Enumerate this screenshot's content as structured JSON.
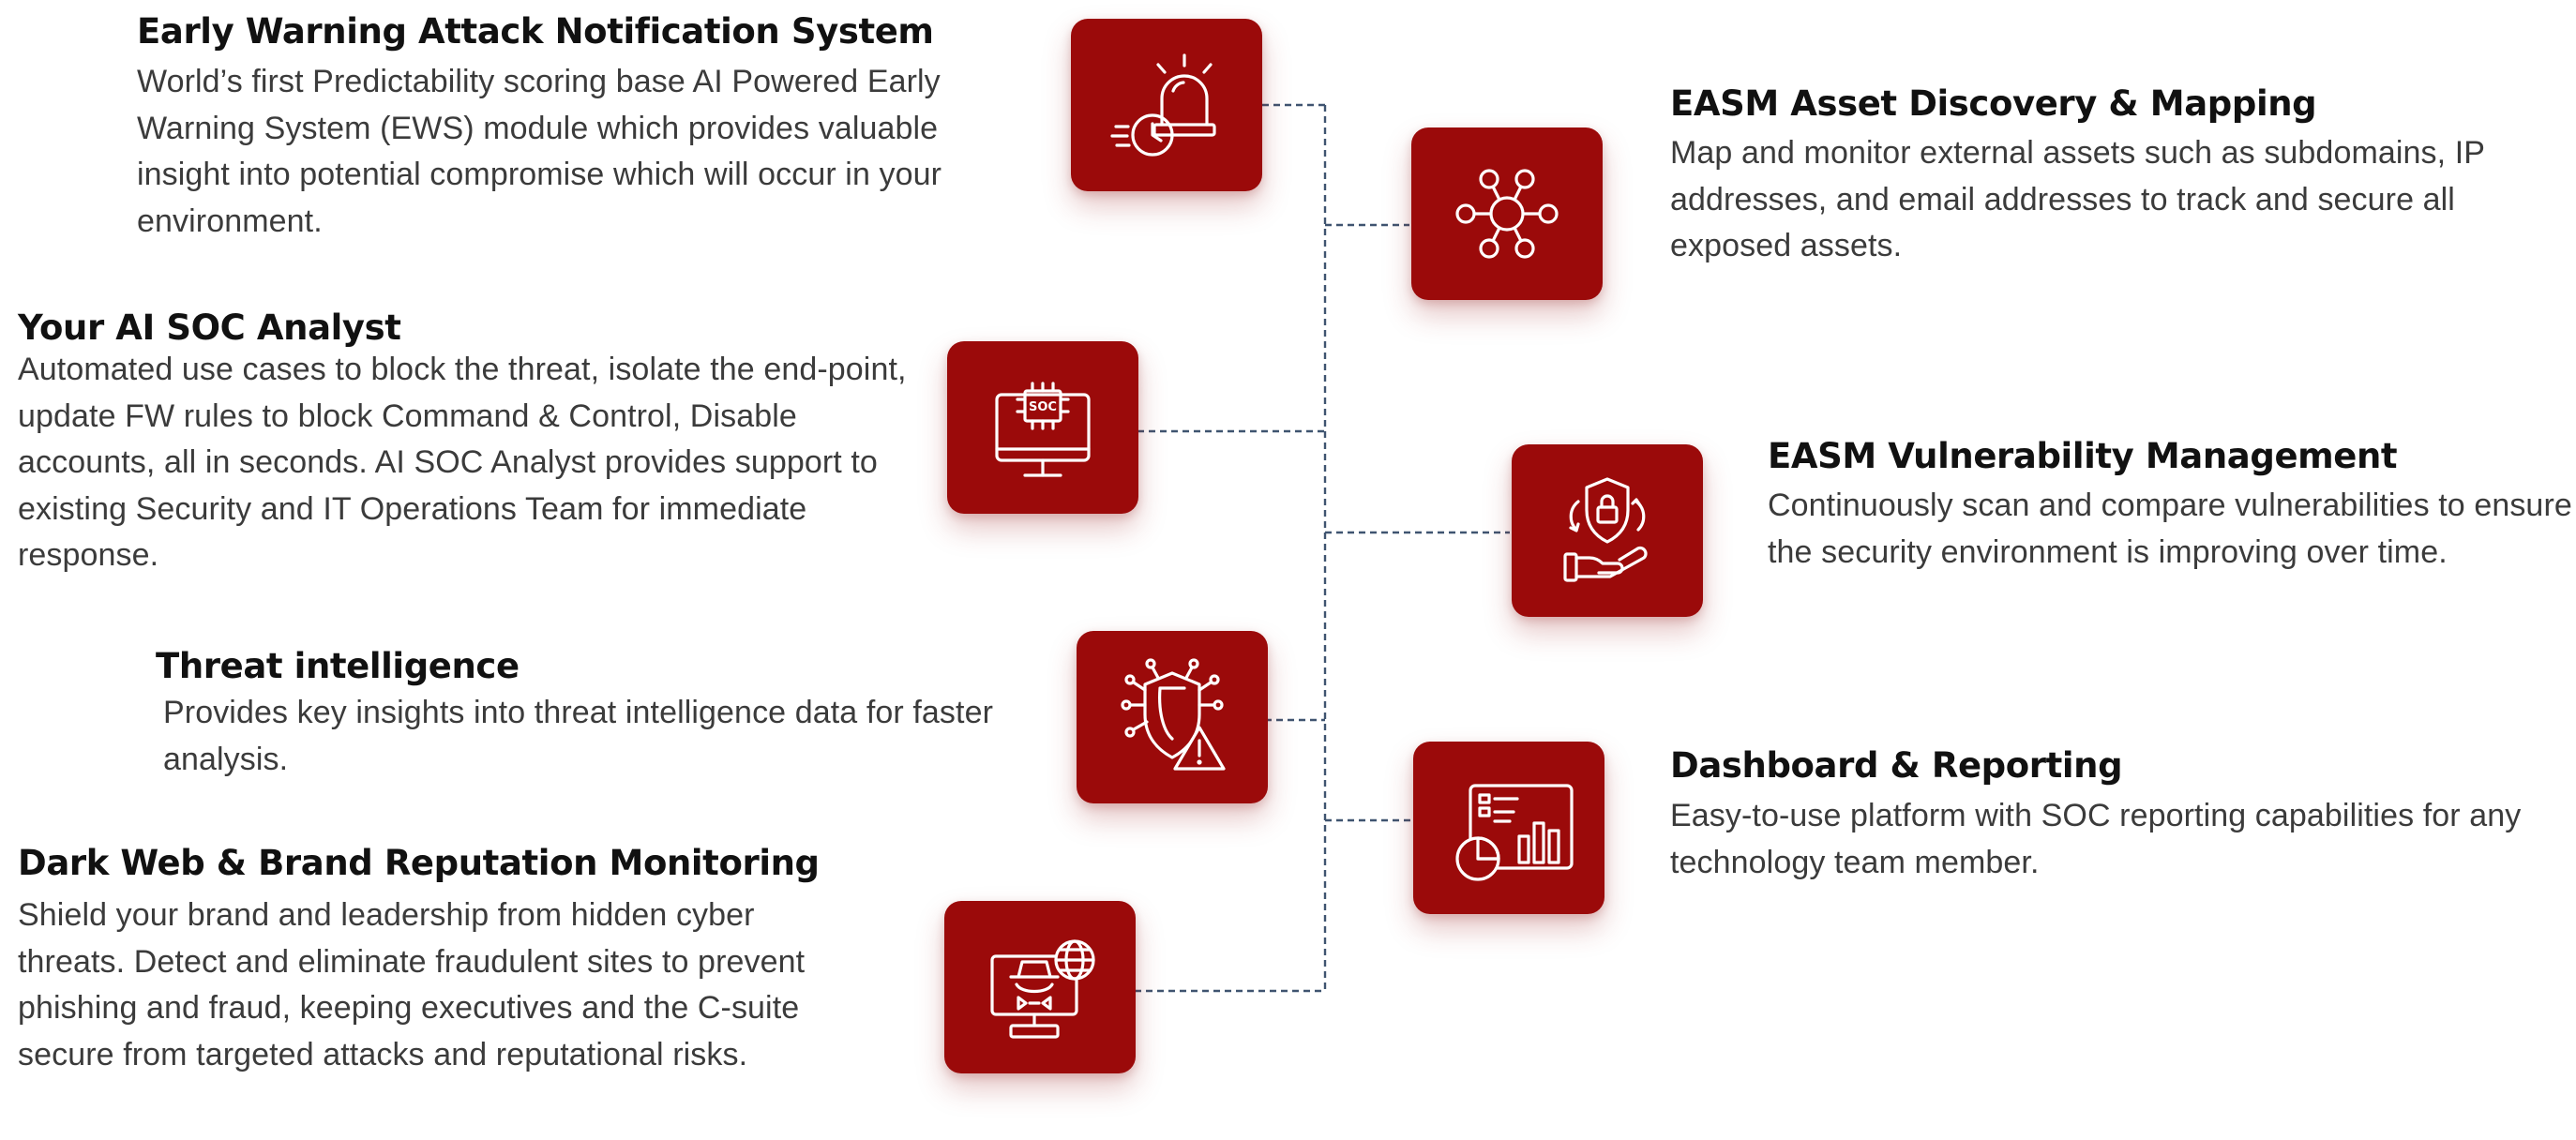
{
  "colors": {
    "accent": "#9b0a0a",
    "connector": "#3f5470",
    "title": "#111111",
    "text": "#3b3b3b",
    "background": "#ffffff"
  },
  "features": {
    "ews": {
      "title": "Early Warning Attack Notification System",
      "description": "World’s first Predictability scoring base AI Powered Early Warning System (EWS) module which provides valuable insight into potential compromise which will occur in your environment.",
      "icon": "alarm-clock-icon"
    },
    "soc": {
      "title": "Your AI SOC Analyst",
      "description": "Automated use cases to block the threat, isolate the end-point, update FW rules to block Command & Control, Disable accounts, all in seconds. AI SOC Analyst provides support to existing Security and IT Operations Team for immediate response.",
      "icon": "soc-monitor-icon",
      "icon_text": "SOC"
    },
    "threat": {
      "title": "Threat intelligence",
      "description": "Provides key insights into threat intelligence data for faster analysis.",
      "icon": "shield-warning-icon"
    },
    "darkweb": {
      "title": "Dark Web & Brand Reputation Monitoring",
      "description": "Shield your brand and leadership from hidden cyber threats. Detect and eliminate fraudulent sites to prevent phishing and fraud, keeping executives and the C-suite secure from targeted attacks and reputational risks.",
      "icon": "hacker-globe-icon"
    },
    "easm_discovery": {
      "title": "EASM Asset Discovery & Mapping",
      "description": "Map and monitor external assets such as subdomains, IP addresses, and email addresses to track and secure all exposed assets.",
      "icon": "network-hub-icon"
    },
    "easm_vuln": {
      "title": "EASM Vulnerability Management",
      "description": "Continuously scan and compare vulnerabilities to ensure the security environment is improving over time.",
      "icon": "hand-shield-lock-icon"
    },
    "dashboard": {
      "title": "Dashboard & Reporting",
      "description": "Easy-to-use platform with SOC reporting capabilities for any technology team member.",
      "icon": "dashboard-chart-icon"
    }
  }
}
